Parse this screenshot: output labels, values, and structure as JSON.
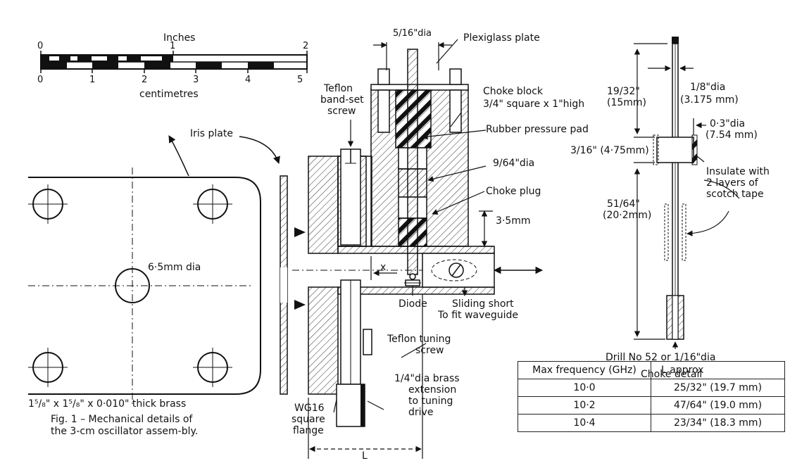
{
  "scale": {
    "inches_title": "Inches",
    "in_ticks": [
      "0",
      "1",
      "2"
    ],
    "cm_ticks": [
      "0",
      "1",
      "2",
      "3",
      "4",
      "5"
    ],
    "cm_title": "centimetres"
  },
  "iris": {
    "label": "Iris plate",
    "hole": "6·5mm dia",
    "thickness": "1⁵/₈\" x 1⁵/₈\" x  0·010\" thick brass"
  },
  "labels": {
    "teflon_band": [
      "Teflon",
      "band-set",
      "screw"
    ],
    "top_dim": "5/16\"dia",
    "plexiglass": "Plexiglass plate",
    "choke_block": "Choke block",
    "choke_block_size": "3/4\" square x 1\"high",
    "rubber_pad": "Rubber pressure pad",
    "hole_dia": "9/64\"dia",
    "choke_plug": "Choke plug",
    "mm35": "3·5mm",
    "x": "x",
    "diode": "Diode",
    "sliding_short": "Sliding short",
    "fit_waveguide": "To fit waveguide",
    "teflon_tuning": [
      "Teflon tuning",
      "screw"
    ],
    "brass_ext": [
      "1/4\"dia brass",
      "extension",
      "to tuning",
      "drive"
    ],
    "flange": [
      "WG16",
      "square",
      "flange"
    ],
    "L": "L"
  },
  "choke": {
    "d1": "19/32\"",
    "d1mm": "(15mm)",
    "d2": "1/8\"dia",
    "d2mm": "(3.175 mm)",
    "d3": "0·3\"dia",
    "d3mm": "(7.54 mm)",
    "d4": "3/16\" (4·75mm)",
    "insulate": [
      "Insulate with",
      "2 layers of",
      "scotch tape"
    ],
    "d5": "51/64\"",
    "d5mm": "(20·2mm)",
    "drill": "Drill No 52 or 1/16\"dia",
    "title": "Choke detail"
  },
  "caption": "Fig. 1 – Mechanical details of the 3-cm oscillator assem-bly.",
  "table": {
    "headers": [
      "Max frequency (GHz)",
      "L      approx"
    ],
    "rows": [
      [
        "10·0",
        "25/32\" (19.7 mm)"
      ],
      [
        "10·2",
        "47/64\" (19.0 mm)"
      ],
      [
        "10·4",
        "23/34\" (18.3 mm)"
      ]
    ]
  }
}
